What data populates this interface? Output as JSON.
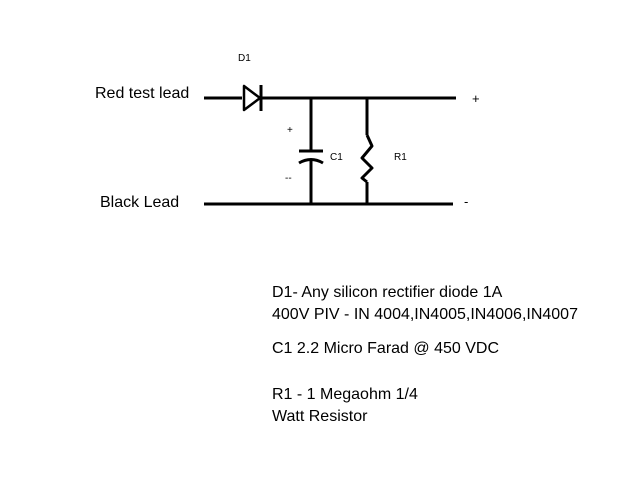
{
  "schematic": {
    "red_lead_label": "Red test lead",
    "black_lead_label": "Black Lead",
    "plus_terminal": "+",
    "minus_terminal": "-",
    "diode_label": "D1",
    "capacitor_label": "C1",
    "capacitor_plus": "+",
    "capacitor_minus": "--",
    "resistor_label": "R1"
  },
  "notes": {
    "d1_line1": "D1- Any silicon rectifier diode 1A",
    "d1_line2": "400V PIV   - IN 4004,IN4005,IN4006,IN4007",
    "c1_line": "C1 2.2 Micro Farad @ 450 VDC",
    "r1_line1": "R1 - 1 Megaohm 1/4",
    "r1_line2": "Watt Resistor"
  }
}
